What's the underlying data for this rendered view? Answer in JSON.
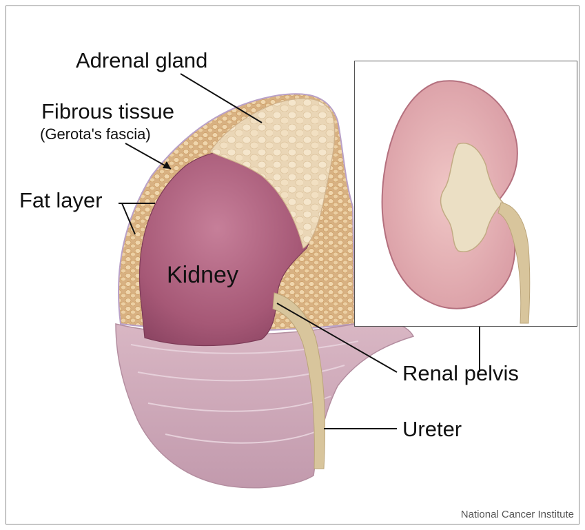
{
  "labels": {
    "adrenal_gland": "Adrenal gland",
    "fibrous_tissue": "Fibrous tissue",
    "gerotas_fascia": "(Gerota's fascia)",
    "fat_layer": "Fat layer",
    "kidney": "Kidney",
    "renal_pelvis": "Renal pelvis",
    "ureter": "Ureter"
  },
  "credit": "National Cancer Institute",
  "colors": {
    "kidney": "#b86a86",
    "fat": "#e2c39a",
    "adrenal": "#efdcbf",
    "fascia": "#c9a4b4",
    "ureter": "#d9c7a0",
    "cortex": "#e4b0b6",
    "pelvis": "#ece0c6"
  }
}
